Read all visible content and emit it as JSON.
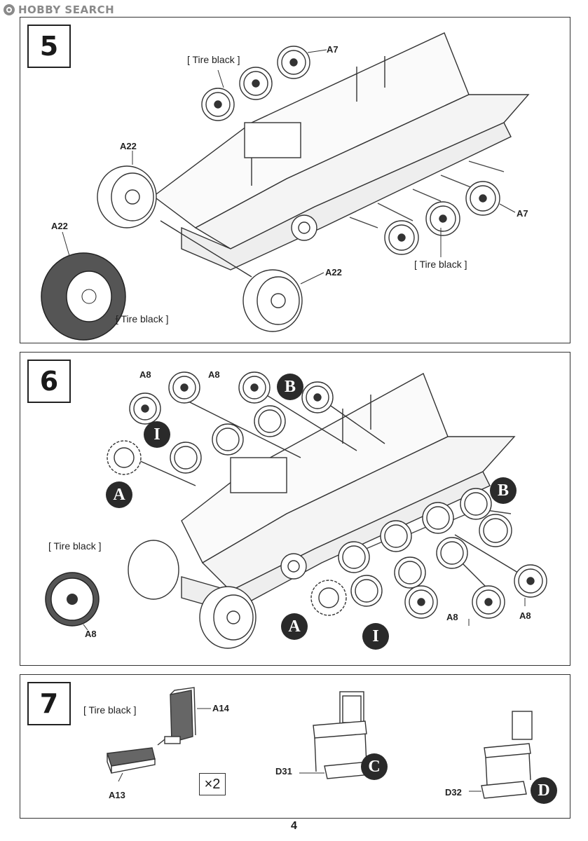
{
  "watermark": {
    "brand": "HOBBY SEARCH"
  },
  "page_number": "4",
  "steps": [
    {
      "number": "5",
      "labels": [
        "A7",
        "A22",
        "A22",
        "A7",
        "A22"
      ],
      "notes": [
        "[ Tire black ]",
        "[ Tire black ]",
        "[ Tire black ]"
      ]
    },
    {
      "number": "6",
      "labels": [
        "A8",
        "A8",
        "A8",
        "A8",
        "A8"
      ],
      "notes": [
        "[ Tire black ]"
      ],
      "badges": [
        "B",
        "I",
        "A",
        "B",
        "A",
        "I"
      ]
    },
    {
      "number": "7",
      "labels": [
        "A14",
        "A13",
        "D31",
        "D32"
      ],
      "notes": [
        "[ Tire black ]"
      ],
      "badges": [
        "C",
        "D"
      ],
      "quantity": "×2"
    }
  ]
}
